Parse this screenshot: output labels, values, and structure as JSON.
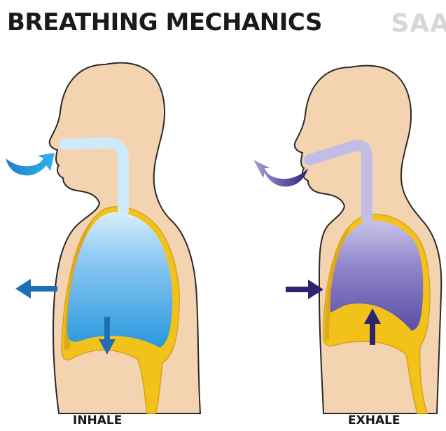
{
  "title": "BREATHING MECHANICS",
  "logo_text": "SAA",
  "panels": {
    "inhale": {
      "label": "INHALE",
      "lung_color_top": "#cfe9fb",
      "lung_color_bottom": "#2d9ae0",
      "arrow_color": "#1e6fb3"
    },
    "exhale": {
      "label": "EXHALE",
      "lung_color_top": "#c3bde6",
      "lung_color_bottom": "#5b4fa6",
      "arrow_color": "#2b2470"
    }
  },
  "colors": {
    "skin": "#f3d3b0",
    "pleura": "#f2c21a",
    "pleura_dark": "#d6a21a",
    "outline": "#2a2a2a"
  }
}
